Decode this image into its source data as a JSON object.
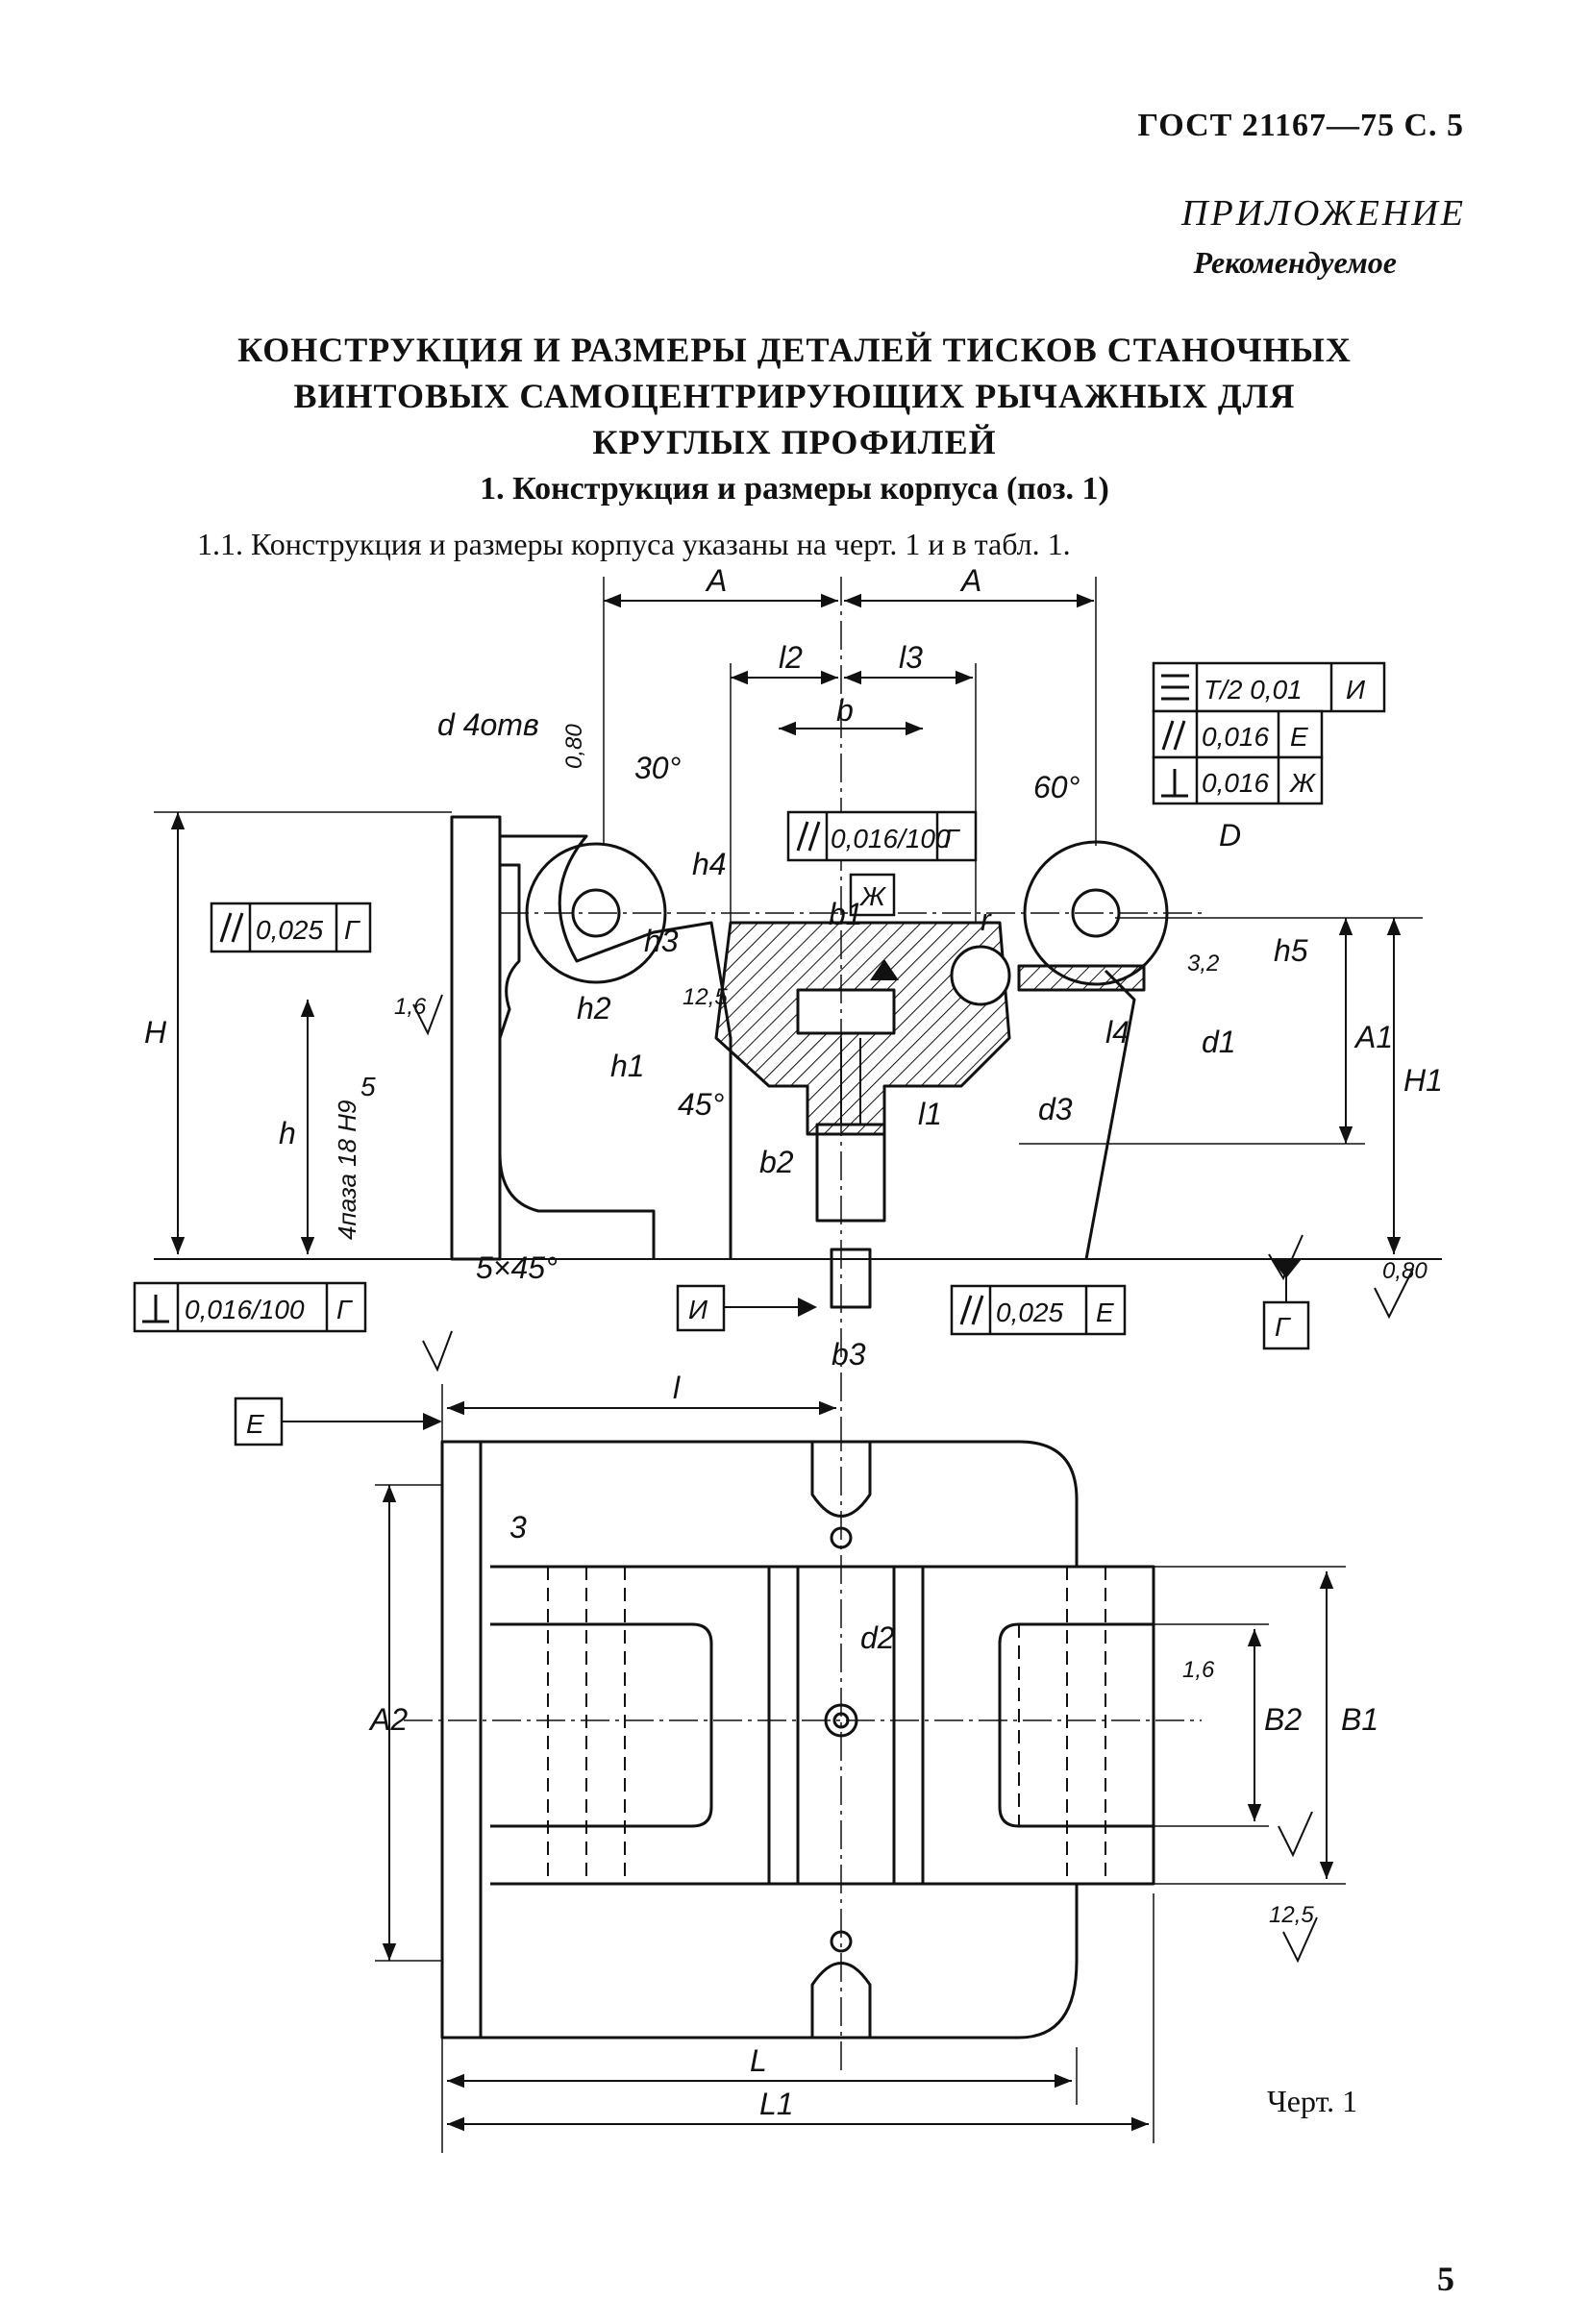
{
  "header": {
    "standard_ref": "ГОСТ 21167—75 С. 5"
  },
  "appendix": {
    "label": "ПРИЛОЖЕНИЕ",
    "status": "Рекомендуемое"
  },
  "title": {
    "line1": "КОНСТРУКЦИЯ И РАЗМЕРЫ ДЕТАЛЕЙ ТИСКОВ СТАНОЧНЫХ",
    "line2": "ВИНТОВЫХ САМОЦЕНТРИРУЮЩИХ РЫЧАЖНЫХ ДЛЯ",
    "line3": "КРУГЛЫХ ПРОФИЛЕЙ"
  },
  "section": {
    "heading": "1. Конструкция и размеры корпуса (поз. 1)"
  },
  "paragraph": {
    "text": "1.1. Конструкция и размеры корпуса указаны на черт. 1 и в табл. 1."
  },
  "drawing": {
    "labels": {
      "A": "A",
      "l2": "l2",
      "l3": "l3",
      "b": "b",
      "d_holes": "d 4отв",
      "angle30": "30°",
      "angle60": "60°",
      "D": "D",
      "r": "r",
      "h4": "h4",
      "h3": "h3",
      "h2": "h2",
      "h1": "h1",
      "h5": "h5",
      "H": "H",
      "h": "h",
      "A1": "A1",
      "H1": "H1",
      "d1": "d1",
      "l4": "l4",
      "l1": "l1",
      "d3": "d3",
      "b1": "b1",
      "b2": "b2",
      "b3": "b3",
      "chamfer": "5×45°",
      "angle45": "45°",
      "slots": "4паза 18 H9",
      "dim5": "5",
      "l": "l",
      "L": "L",
      "L1": "L1",
      "A2": "A2",
      "B1": "B1",
      "B2": "B2",
      "d2": "d2",
      "dim3": "3"
    },
    "roughness": {
      "r080": "0,80",
      "r125": "12,5",
      "r16": "1,6",
      "r32": "3,2",
      "r080b": "0,80",
      "r16b": "1,6",
      "r125b": "12,5"
    },
    "tolerances": {
      "sym_value": "T/2 0,01",
      "sym_datum": "И",
      "par1_value": "0,016",
      "par1_datum": "Е",
      "perp1_value": "0,016",
      "perp1_datum": "Ж",
      "par_center_value": "0,016/100",
      "par_center_datum": "Г",
      "par_left_value": "0,025",
      "par_left_datum": "Г",
      "perp_bottom_value": "0,016/100",
      "perp_bottom_datum": "Г",
      "par_bottom_value": "0,025",
      "par_bottom_datum": "Е"
    },
    "datums": {
      "zh": "Ж",
      "i": "И",
      "g": "Г",
      "e": "Е"
    }
  },
  "figure": {
    "caption": "Черт. 1"
  },
  "page": {
    "number": "5"
  }
}
